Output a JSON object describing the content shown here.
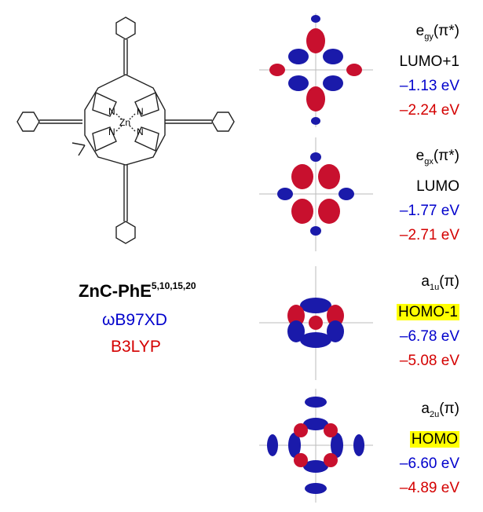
{
  "molecule": {
    "name": "ZnC-PhE",
    "positions": "5,10,15,20",
    "metal": "Zn",
    "nitrogen": "N"
  },
  "methods": {
    "first": "ωB97XD",
    "second": "B3LYP"
  },
  "colors": {
    "first_method": "#0000cc",
    "second_method": "#d40000",
    "highlight": "#ffff00",
    "lobe_red": "#c8102e",
    "lobe_blue": "#1a1aaa"
  },
  "orbitals": [
    {
      "symmetry": "e",
      "subscript": "gy",
      "type": "(π*)",
      "label": "LUMO+1",
      "highlighted": false,
      "energy_first": "–1.13 eV",
      "energy_second": "–2.24 eV"
    },
    {
      "symmetry": "e",
      "subscript": "gx",
      "type": "(π*)",
      "label": "LUMO",
      "highlighted": false,
      "energy_first": "–1.77 eV",
      "energy_second": "–2.71 eV"
    },
    {
      "symmetry": "a",
      "subscript": "1u",
      "type": "(π)",
      "label": "HOMO-1",
      "highlighted": true,
      "energy_first": "–6.78 eV",
      "energy_second": "–5.08 eV"
    },
    {
      "symmetry": "a",
      "subscript": "2u",
      "type": "(π)",
      "label": "HOMO",
      "highlighted": true,
      "energy_first": "–6.60 eV",
      "energy_second": "–4.89 eV"
    }
  ]
}
